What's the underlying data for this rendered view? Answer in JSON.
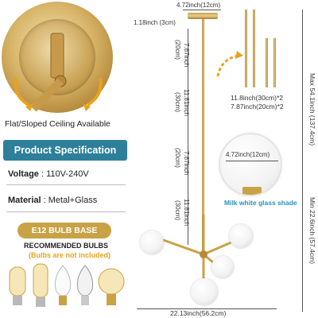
{
  "ceiling": {
    "label": "Flat/Sloped Ceiling Available"
  },
  "spec": {
    "banner": "Product Specification",
    "voltage_key": "Voltage",
    "voltage_val": "110V-240V",
    "material_key": "Material",
    "material_val": "Metal+Glass"
  },
  "bulbs": {
    "badge": "E12 BULB BASE",
    "recommended": "RECOMMENDED BULBS",
    "note": "(Bulbs are not included)"
  },
  "dimensions": {
    "canopy_width": "4.72inch(12cm)",
    "canopy_height": "1.18inch (3cm)",
    "rod_a": "7.87inch",
    "rod_a_cm": "(20cm)",
    "rod_b": "11.81inch",
    "rod_b_cm": "(30cm)",
    "rod_c": "7.87inch",
    "rod_c_cm": "(20cm)",
    "rod_d": "11.81inch",
    "rod_d_cm": "(30cm)",
    "rods_long": "11.8inch(30cm)*2",
    "rods_short": "7.87inch(20cm)*2",
    "max_height": "Max 54.1inch  (137.4cm)",
    "min_height": "Min 22.6inch  (57.4cm)",
    "total_width": "22.13inch(56.2cm)",
    "globe_diameter": "4.72inch(12cm)"
  },
  "shade": {
    "label": "Milk white glass shade"
  },
  "colors": {
    "banner": "#2d7f9a",
    "badge": "#c9a247",
    "accent": "#e8a21c",
    "shade_label": "#2d8fbf"
  }
}
